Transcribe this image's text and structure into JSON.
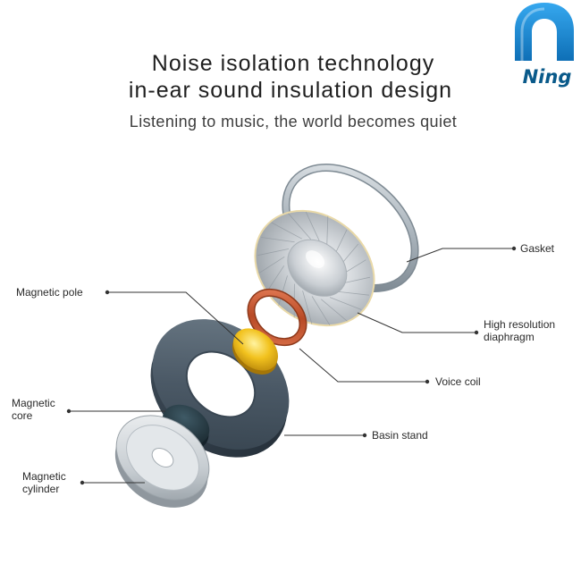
{
  "header": {
    "title_line1": "Noise isolation technology",
    "title_line2": "in-ear sound insulation design",
    "subtitle": "Listening to music, the world becomes quiet"
  },
  "brand": {
    "logo_text": "Ning",
    "logo_color": "#1a8fd8"
  },
  "parts": {
    "gasket": "Gasket",
    "diaphragm_line1": "High resolution",
    "diaphragm_line2": "diaphragm",
    "voice_coil": "Voice coil",
    "basin_stand": "Basin stand",
    "magnetic_pole": "Magnetic pole",
    "magnetic_core_line1": "Magnetic",
    "magnetic_core_line2": "core",
    "magnetic_cylinder_line1": "Magnetic",
    "magnetic_cylinder_line2": "cylinder"
  }
}
